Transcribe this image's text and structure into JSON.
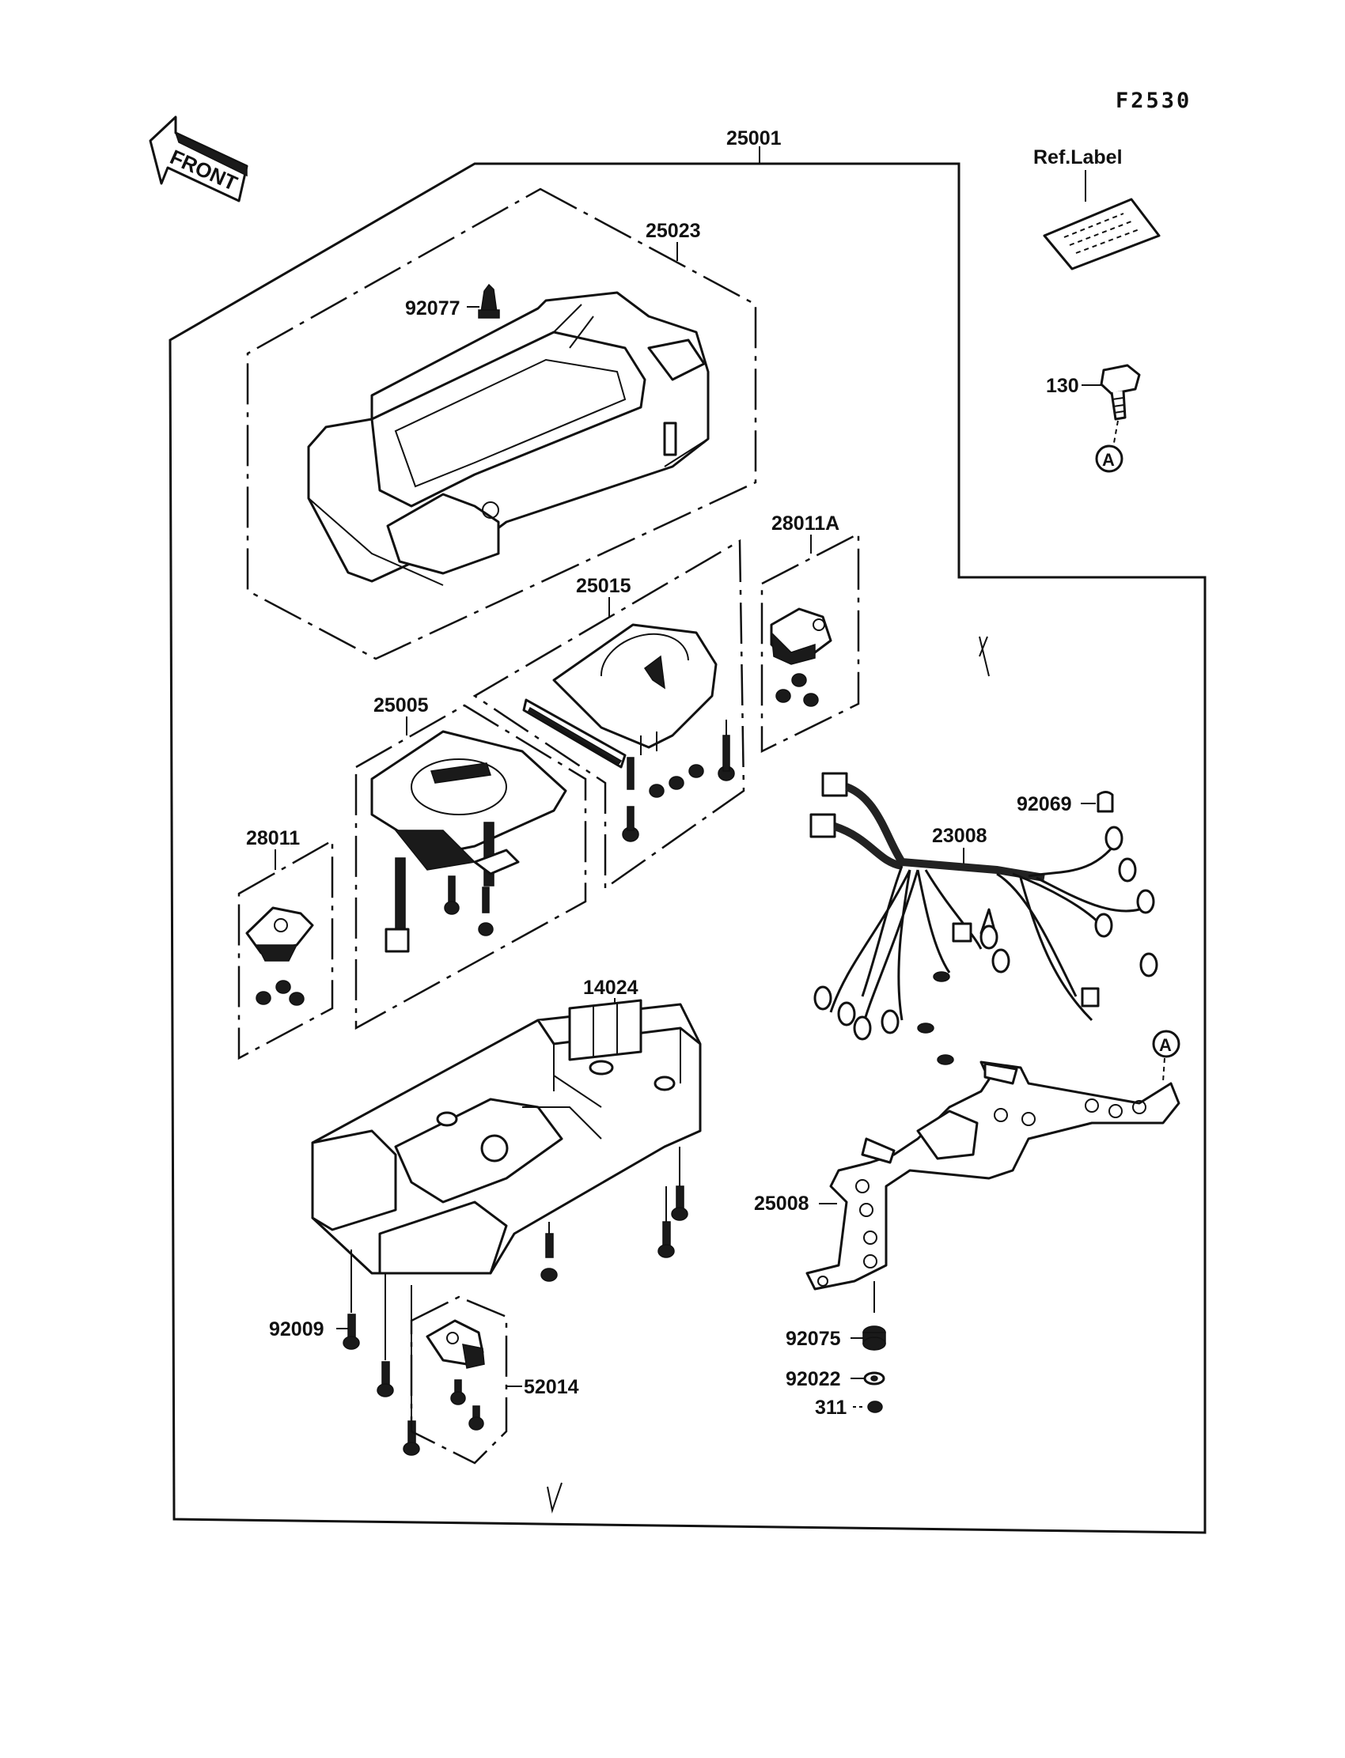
{
  "diagram_code": "F2530",
  "ref_label": "Ref.Label",
  "front_label": "FRONT",
  "circle_marker": "A",
  "parts": {
    "assembly": "25001",
    "cover": "25023",
    "cover_screw": "92077",
    "tachometer": "25015",
    "speedometer": "25005",
    "socket_right": "28011A",
    "socket_left": "28011",
    "case_lower": "14024",
    "harness": "23008",
    "bulb": "92069",
    "bracket": "25008",
    "bolt": "130",
    "screw_lower": "92009",
    "socket_lower": "52014",
    "damper": "92075",
    "washer": "92022",
    "nut": "311"
  }
}
